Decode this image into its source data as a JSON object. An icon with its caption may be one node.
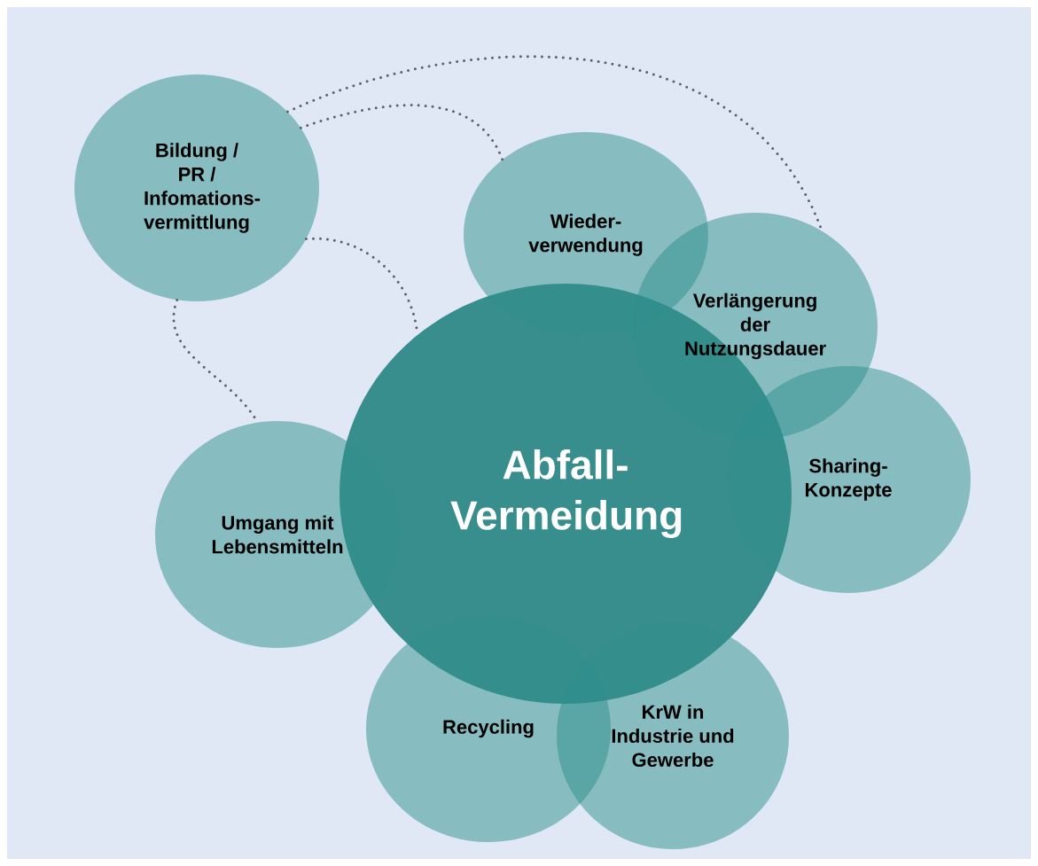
{
  "diagram": {
    "nodes": [
      {
        "text": [
          "Bildung / PR / Infomations-vermittlung"
        ]
      },
      {
        "text": [
          "Wieder-verwendung"
        ]
      },
      {
        "text": [
          "Verlängerung der Nutzungsdauer"
        ]
      },
      {
        "text": [
          "Abfall-Vermeidung"
        ]
      },
      {
        "text": [
          "Sharing-Konzepte"
        ]
      },
      {
        "text": [
          "Umgang mit Lebensmitteln"
        ]
      },
      {
        "text": [
          "Recycling"
        ]
      },
      {
        "text": [
          "KrW in Industrie und Gewerbe"
        ]
      }
    ],
    "edges": [
      {
        "from": 0,
        "to": 2,
        "arrow": "none"
      },
      {
        "from": 0,
        "to": 1,
        "arrow": "none"
      },
      {
        "from": 0,
        "to": 3,
        "arrow": "none"
      },
      {
        "from": 0,
        "to": 5,
        "arrow": "none"
      }
    ]
  }
}
